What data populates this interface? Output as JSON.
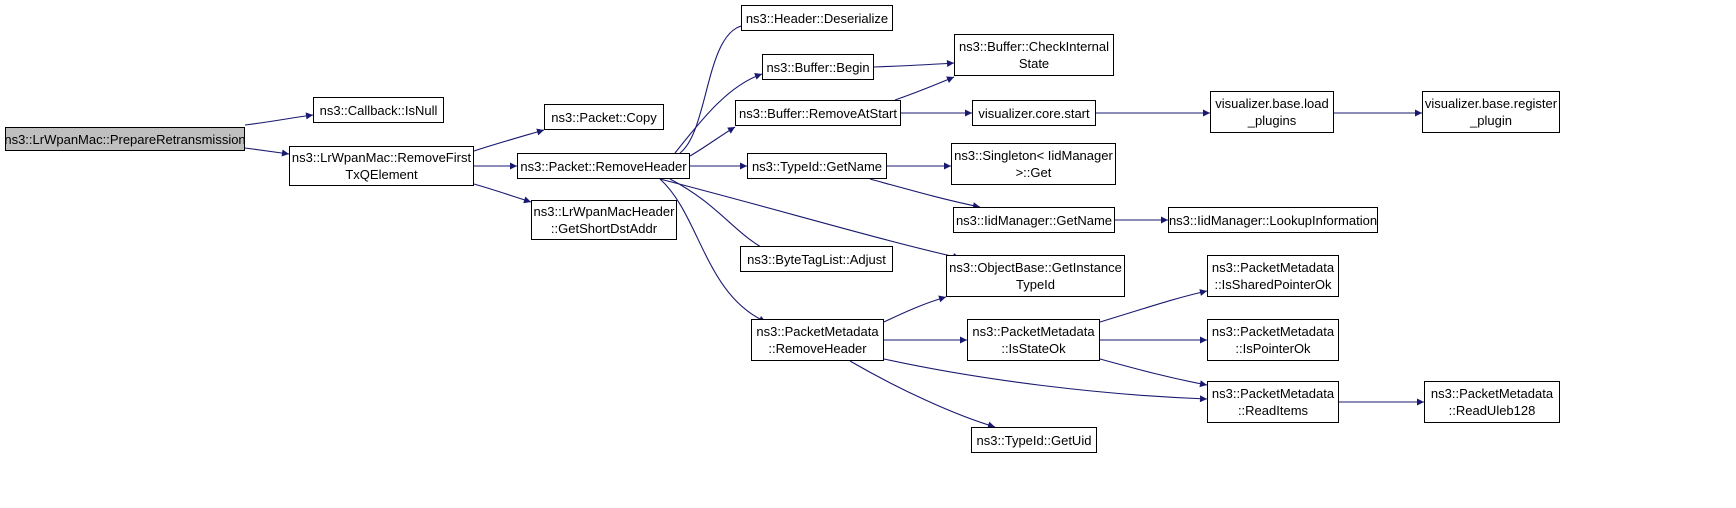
{
  "colors": {
    "edge": "#191970",
    "root_fill": "#bfbfbf",
    "node_fill": "#ffffff",
    "border": "#000000"
  },
  "nodes": {
    "prepare_retransmission": "ns3::LrWpanMac::PrepareRetransmission",
    "callback_isnull": "ns3::Callback::IsNull",
    "remove_first_txq": "ns3::LrWpanMac::RemoveFirst\nTxQElement",
    "packet_copy": "ns3::Packet::Copy",
    "packet_removeheader": "ns3::Packet::RemoveHeader",
    "get_short_dst_addr": "ns3::LrWpanMacHeader\n::GetShortDstAddr",
    "header_deserialize": "ns3::Header::Deserialize",
    "buffer_begin": "ns3::Buffer::Begin",
    "buffer_removeatstart": "ns3::Buffer::RemoveAtStart",
    "typeid_getname": "ns3::TypeId::GetName",
    "bytetaglist_adjust": "ns3::ByteTagList::Adjust",
    "packetmetadata_removeheader": "ns3::PacketMetadata\n::RemoveHeader",
    "buffer_checkinternalstate": "ns3::Buffer::CheckInternal\nState",
    "viz_core_start": "visualizer.core.start",
    "singleton_get": "ns3::Singleton< IidManager\n>::Get",
    "iidmanager_getname": "ns3::IidManager::GetName",
    "objectbase_getinstancetypeid": "ns3::ObjectBase::GetInstance\nTypeId",
    "packetmetadata_isstateok": "ns3::PacketMetadata\n::IsStateOk",
    "typeid_getuid": "ns3::TypeId::GetUid",
    "viz_base_load_plugins": "visualizer.base.load\n_plugins",
    "viz_base_register_plugin": "visualizer.base.register\n_plugin",
    "iidmanager_lookupinformation": "ns3::IidManager::LookupInformation",
    "packetmetadata_issharedpointerok": "ns3::PacketMetadata\n::IsSharedPointerOk",
    "packetmetadata_ispointerok": "ns3::PacketMetadata\n::IsPointerOk",
    "packetmetadata_readitems": "ns3::PacketMetadata\n::ReadItems",
    "packetmetadata_readuleb128": "ns3::PacketMetadata\n::ReadUleb128"
  }
}
